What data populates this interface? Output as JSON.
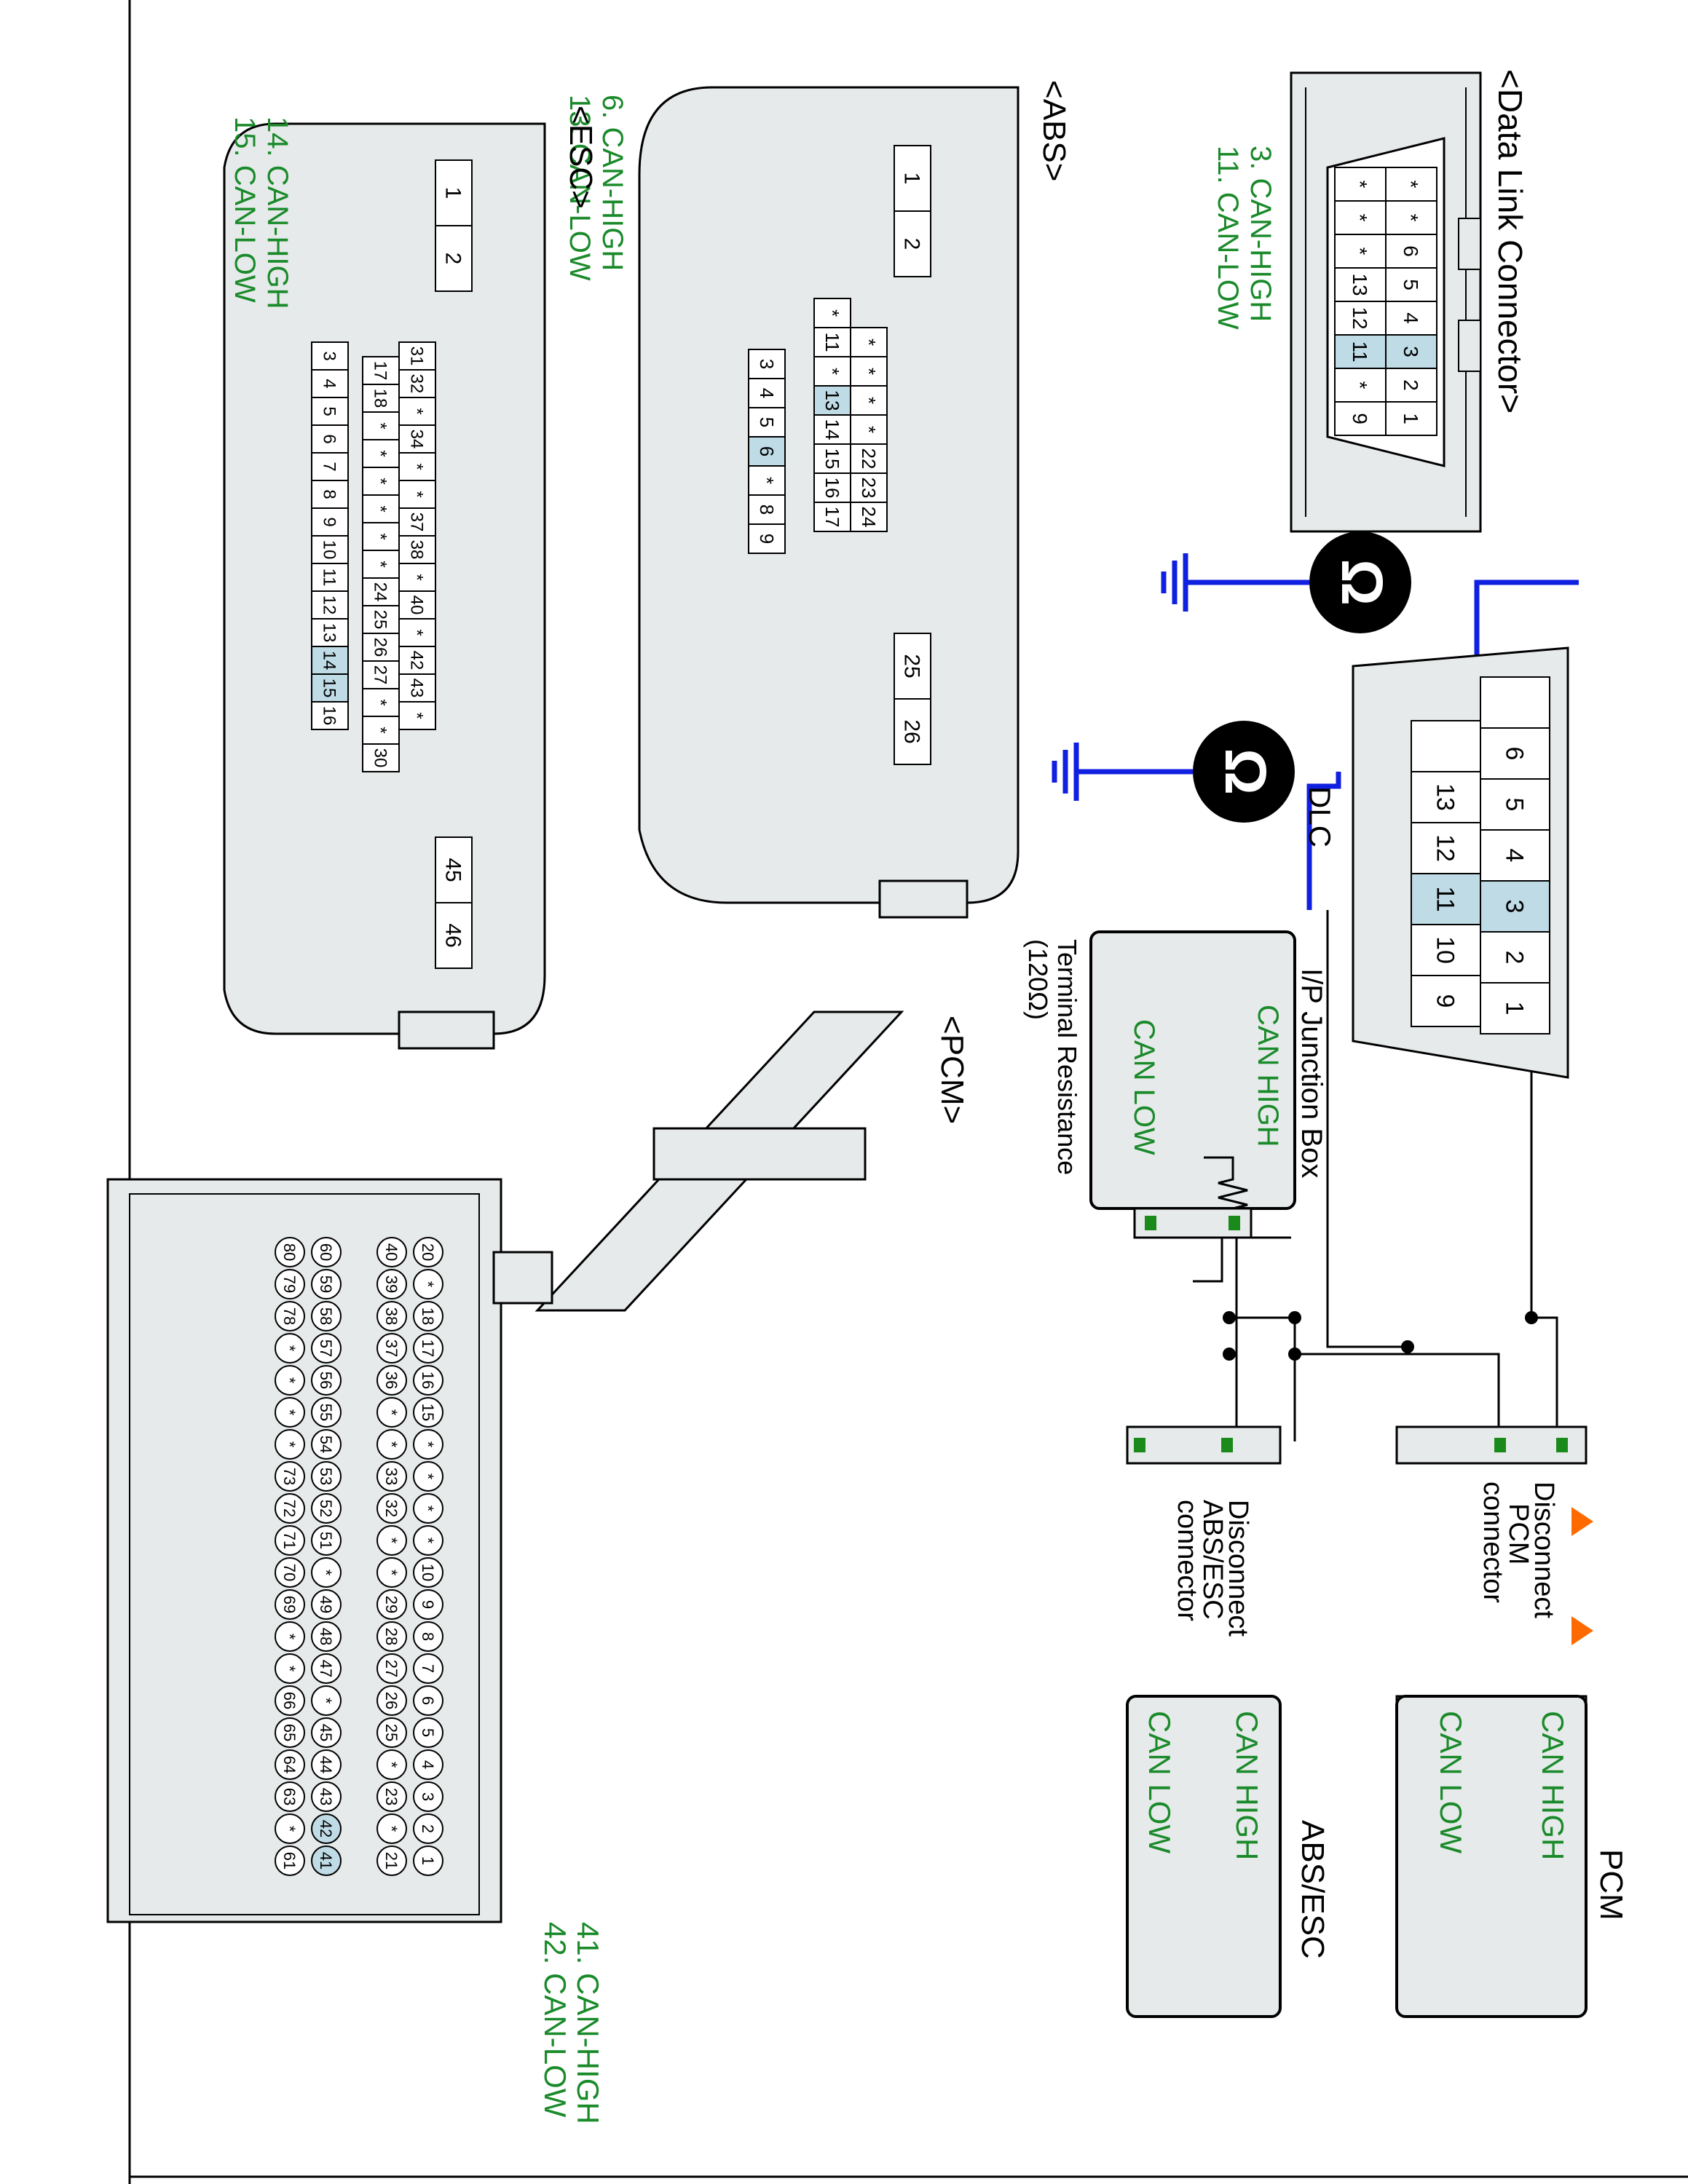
{
  "colors": {
    "green": "#1a8a2a",
    "blue": "#1020e0",
    "orange": "#ff6a00",
    "highlight": "#bfdbe6",
    "fill": "#e6eaea",
    "terminal": "#1a8a1a"
  },
  "dlc_connector": {
    "title": "<Data Link Connector>",
    "pins_top": [
      "*",
      "*",
      "6",
      "5",
      "4",
      "3",
      "2",
      "1"
    ],
    "pins_bottom": [
      "*",
      "*",
      "*",
      "13",
      "12",
      "11",
      "*",
      "9"
    ],
    "notes": [
      "3. CAN-HIGH",
      "11. CAN-LOW"
    ]
  },
  "abs_connector": {
    "title": "<ABS>",
    "pins_a": [
      "1",
      "2"
    ],
    "grid_top": [
      "*",
      "*",
      "*",
      "*",
      "22",
      "23",
      "24"
    ],
    "grid_bottom": [
      "*",
      "11",
      "*",
      "13",
      "14",
      "15",
      "16",
      "17"
    ],
    "row_small": [
      "3",
      "4",
      "5",
      "6",
      "*",
      "8",
      "9"
    ],
    "pins_b": [
      "25",
      "26"
    ],
    "notes": [
      "6. CAN-HIGH",
      "13. CAN-LOW"
    ]
  },
  "esc_connector": {
    "title": "<ESC>",
    "pins_a": [
      "1",
      "2"
    ],
    "grid_top": [
      "31",
      "32",
      "*",
      "34",
      "*",
      "*",
      "37",
      "38",
      "*",
      "40",
      "*",
      "42",
      "43",
      "*"
    ],
    "grid_bottom": [
      "17",
      "18",
      "*",
      "*",
      "*",
      "*",
      "*",
      "*",
      "24",
      "25",
      "26",
      "27",
      "*",
      "*",
      "30"
    ],
    "row_small": [
      "3",
      "4",
      "5",
      "6",
      "7",
      "8",
      "9",
      "10",
      "11",
      "12",
      "13",
      "14",
      "15",
      "16"
    ],
    "pins_b": [
      "45",
      "46"
    ],
    "notes": [
      "14. CAN-HIGH",
      "15. CAN-LOW"
    ]
  },
  "pcm_connector": {
    "title": "<PCM>",
    "row1": [
      "20",
      "*",
      "18",
      "17",
      "16",
      "15",
      "*",
      "*",
      "*",
      "*",
      "10",
      "9",
      "8",
      "7",
      "6",
      "5",
      "4",
      "3",
      "2",
      "1"
    ],
    "row2": [
      "40",
      "39",
      "38",
      "37",
      "36",
      "*",
      "*",
      "33",
      "32",
      "*",
      "*",
      "29",
      "28",
      "27",
      "26",
      "25",
      "*",
      "23",
      "*",
      "21"
    ],
    "row3": [
      "60",
      "59",
      "58",
      "57",
      "56",
      "55",
      "54",
      "53",
      "52",
      "51",
      "*",
      "49",
      "48",
      "47",
      "*",
      "45",
      "44",
      "43",
      "42",
      "41"
    ],
    "row4": [
      "80",
      "79",
      "78",
      "*",
      "*",
      "*",
      "*",
      "73",
      "72",
      "71",
      "70",
      "69",
      "*",
      "*",
      "66",
      "65",
      "64",
      "63",
      "*",
      "61"
    ],
    "notes": [
      "41. CAN-HIGH",
      "42. CAN-LOW"
    ]
  },
  "dlc_label": "DLC",
  "dlc_pins_top": [
    "",
    "6",
    "5",
    "4",
    "3",
    "2",
    "1"
  ],
  "dlc_pins_bottom": [
    "",
    "13",
    "12",
    "11",
    "10",
    "9"
  ],
  "junction_box": {
    "title": "I/P Junction Box",
    "can_high": "CAN HIGH",
    "can_low": "CAN LOW",
    "resistance": "Terminal Resistance",
    "resistance_value": "(120Ω)"
  },
  "disconnect_pcm": [
    "Disconnect",
    "PCM",
    "connector"
  ],
  "disconnect_abs": [
    "Disconnect",
    "ABS/ESC",
    "connector"
  ],
  "pcm_module": {
    "title": "PCM",
    "can_high": "CAN HIGH",
    "can_low": "CAN LOW"
  },
  "abs_module": {
    "title": "ABS/ESC",
    "can_high": "CAN HIGH",
    "can_low": "CAN LOW"
  },
  "ohm_symbol": "Ω"
}
